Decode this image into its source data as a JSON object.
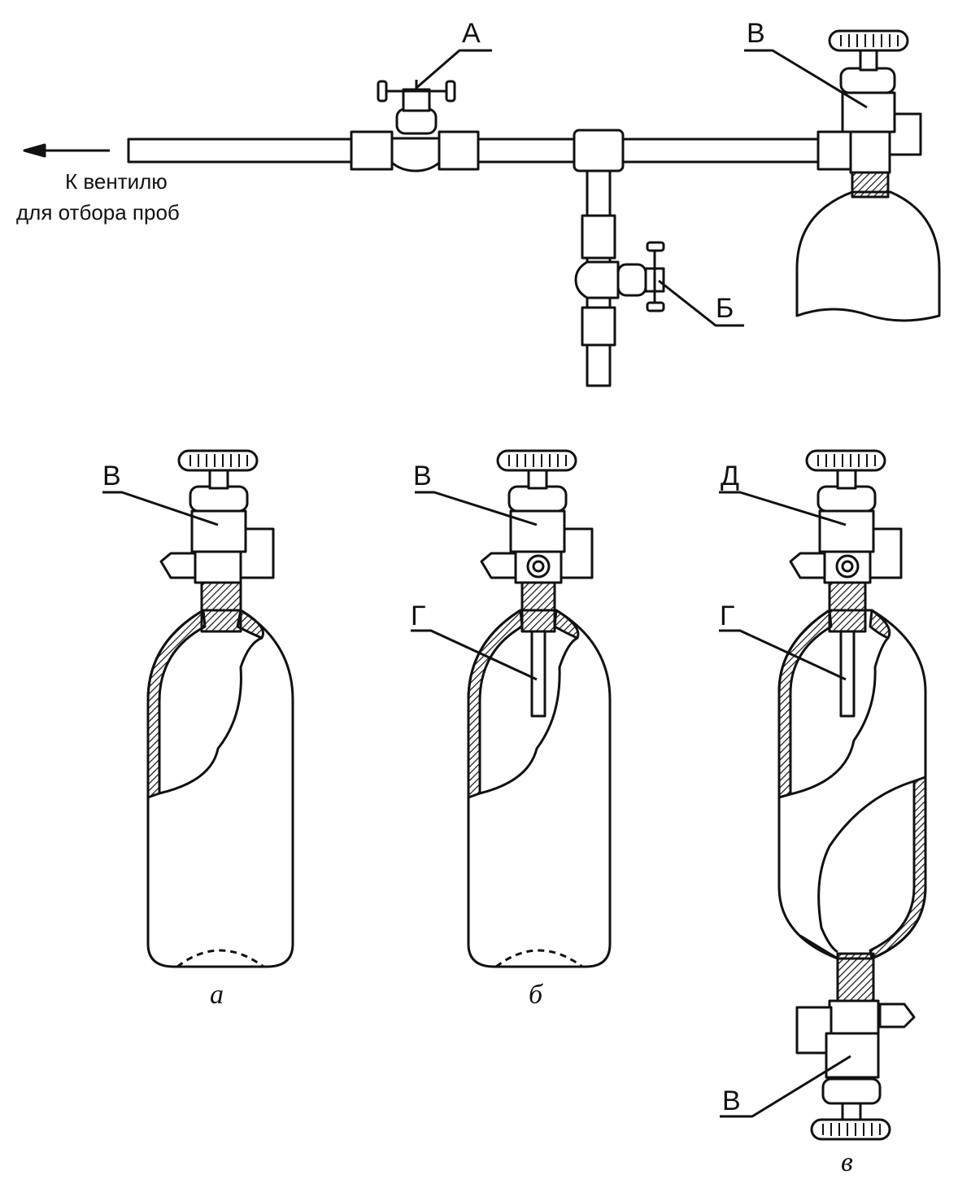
{
  "labels": {
    "outlet_note_line1": "К вентилю",
    "outlet_note_line2": "для отбора проб",
    "valve_a": "А",
    "valve_b": "Б",
    "valve_v_top": "В",
    "fig_a_valve": "В",
    "fig_b_valve": "В",
    "fig_v_top_valve": "Д",
    "fig_b_tube": "Г",
    "fig_v_tube": "Г",
    "fig_v_bottom_valve": "В"
  },
  "captions": {
    "a": "а",
    "b": "б",
    "v": "в"
  },
  "colors": {
    "line": "#111111",
    "background": "#ffffff"
  }
}
